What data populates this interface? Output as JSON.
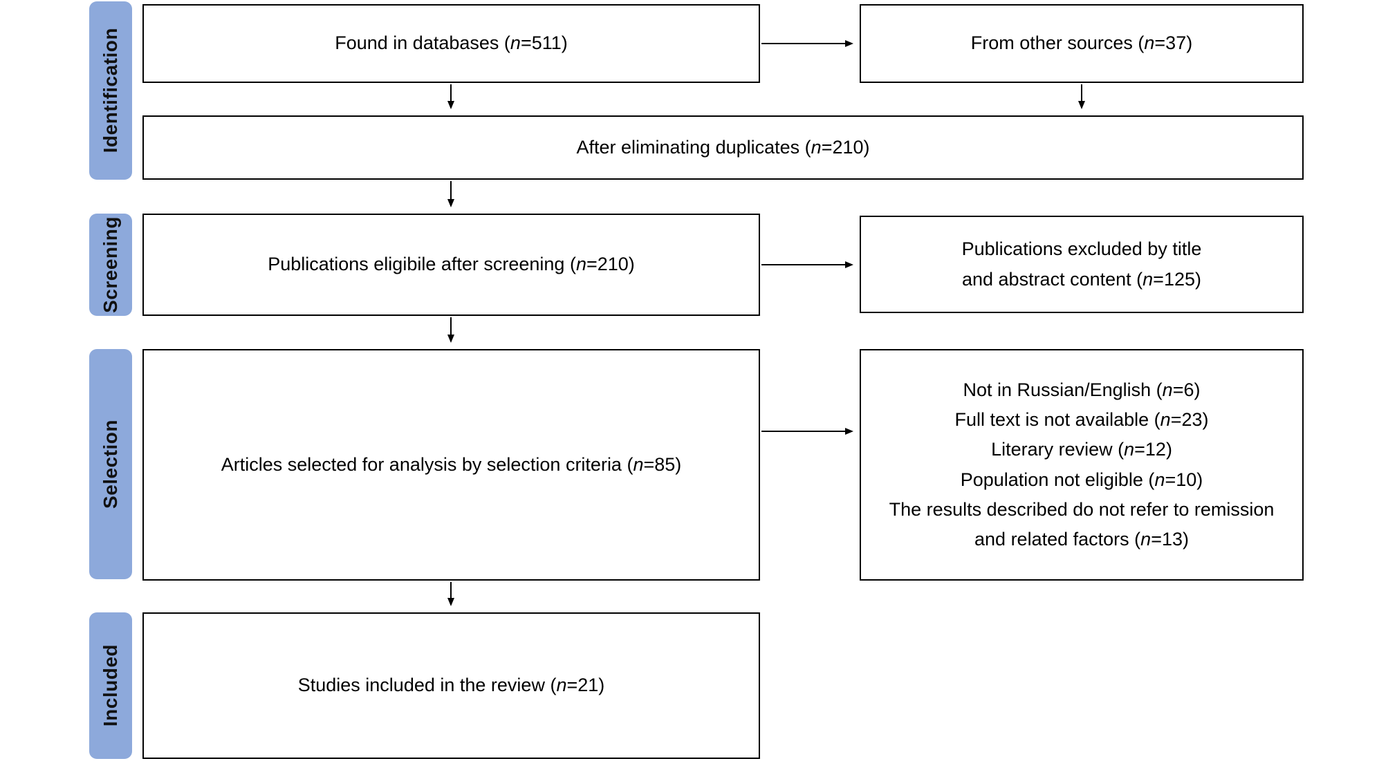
{
  "diagram": {
    "type": "prisma-flow",
    "colors": {
      "stage_fill": "#8da9db",
      "box_border": "#000000",
      "text": "#000000",
      "background": "#ffffff"
    },
    "stages": [
      {
        "label": "Identification"
      },
      {
        "label": "Screening"
      },
      {
        "label": "Selection"
      },
      {
        "label": "Included"
      }
    ],
    "nodes": {
      "found": {
        "prefix": "Found in databases (",
        "n": "n",
        "suffix": "=511)"
      },
      "other_sources": {
        "prefix": "From other sources (",
        "n": "n",
        "suffix": "=37)"
      },
      "duplicates": {
        "prefix": "After eliminating duplicates (",
        "n": "n",
        "suffix": "=210)"
      },
      "screened": {
        "prefix": "Publications eligibile after screening (",
        "n": "n",
        "suffix": "=210)"
      },
      "excluded_title": {
        "line1": "Publications excluded by title",
        "line2_prefix": "and abstract content (",
        "n": "n",
        "line2_suffix": "=125)"
      },
      "selected": {
        "prefix": "Articles selected for analysis by selection criteria (",
        "n": "n",
        "suffix": "=85)"
      },
      "exclusion_reasons": {
        "items": [
          {
            "prefix": "Not in Russian/English (",
            "n": "n",
            "suffix": "=6)"
          },
          {
            "prefix": "Full text is not available (",
            "n": "n",
            "suffix": "=23)"
          },
          {
            "prefix": "Literary review (",
            "n": "n",
            "suffix": "=12)"
          },
          {
            "prefix": "Population not eligible (",
            "n": "n",
            "suffix": "=10)"
          },
          {
            "prefix": "The results described do not refer to remission and related factors (",
            "n": "n",
            "suffix": "=13)"
          }
        ]
      },
      "included": {
        "prefix": "Studies included in the review (",
        "n": "n",
        "suffix": "=21)"
      }
    }
  }
}
